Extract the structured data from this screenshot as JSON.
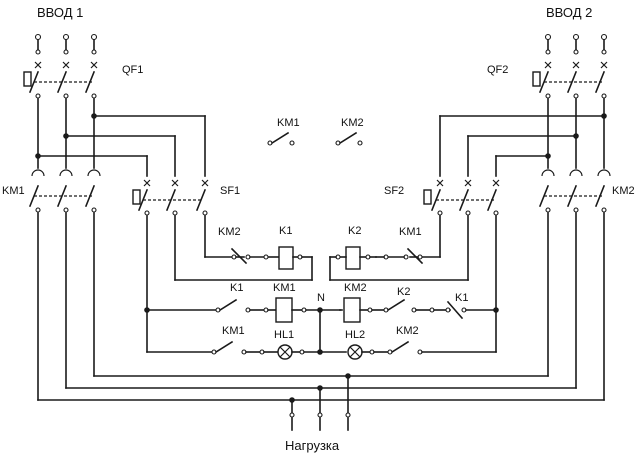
{
  "labels": {
    "input1": "ВВОД 1",
    "input2": "ВВОД 2",
    "qf1": "QF1",
    "qf2": "QF2",
    "km1_left": "KM1",
    "km2_right": "KM2",
    "sf1": "SF1",
    "sf2": "SF2",
    "legend_km1": "KM1",
    "legend_km2": "KM2",
    "km2_contact_top_left": "KM2",
    "k1_coil": "K1",
    "k2_coil": "K2",
    "km1_contact_top_right": "KM1",
    "k1_contact_mid": "K1",
    "km1_coil": "KM1",
    "neutral": "N",
    "km2_coil": "KM2",
    "k2_contact_mid": "K2",
    "k1_contact_right": "K1",
    "km1_contact_bottom": "KM1",
    "hl1": "HL1",
    "hl2": "HL2",
    "km2_contact_bottom": "KM2",
    "load": "Нагрузка"
  }
}
